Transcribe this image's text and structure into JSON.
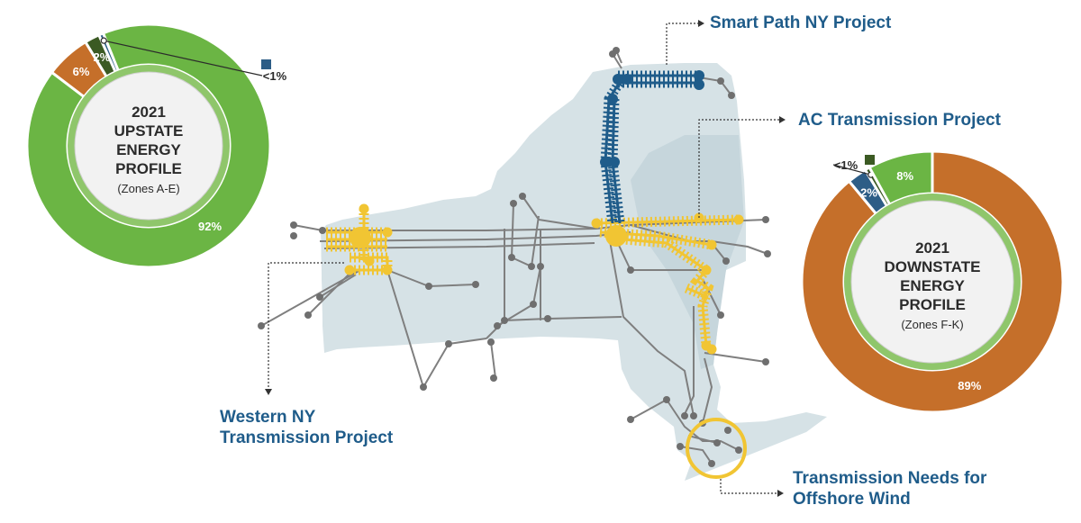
{
  "colors": {
    "renewable_green": "#6bb544",
    "fossil_orange": "#c56f2a",
    "nuclear_darkgreen": "#3b5a23",
    "hydro_blue": "#2d5d86",
    "project_blue": "#1f5c8a",
    "project_yellow": "#f1c533",
    "map_fill": "#d6e2e6",
    "line_gray": "#7f7f7f"
  },
  "chart_data": [
    {
      "type": "pie",
      "variant": "donut",
      "title_lines": [
        "2021",
        "UPSTATE",
        "ENERGY",
        "PROFILE"
      ],
      "subtitle": "(Zones A-E)",
      "slices": [
        {
          "label": "92%",
          "value": 92,
          "color": "#6bb544"
        },
        {
          "label": "6%",
          "value": 6,
          "color": "#c56f2a"
        },
        {
          "label": "2%",
          "value": 2,
          "color": "#3b5a23"
        },
        {
          "label": "<1%",
          "value": 0.6,
          "color": "#2d5d86"
        }
      ]
    },
    {
      "type": "pie",
      "variant": "donut",
      "title_lines": [
        "2021",
        "DOWNSTATE",
        "ENERGY",
        "PROFILE"
      ],
      "subtitle": "(Zones F-K)",
      "slices": [
        {
          "label": "89%",
          "value": 89,
          "color": "#c56f2a"
        },
        {
          "label": "2%",
          "value": 2.4,
          "color": "#2d5d86"
        },
        {
          "label": "<1%",
          "value": 0.6,
          "color": "#3b5a23"
        },
        {
          "label": "8%",
          "value": 8,
          "color": "#6bb544"
        }
      ]
    }
  ],
  "callouts": {
    "smart_path": "Smart Path NY Project",
    "ac_transmission": "AC Transmission Project",
    "western_ny_line1": "Western NY",
    "western_ny_line2": "Transmission Project",
    "offshore_line1": "Transmission Needs for",
    "offshore_line2": "Offshore Wind"
  }
}
